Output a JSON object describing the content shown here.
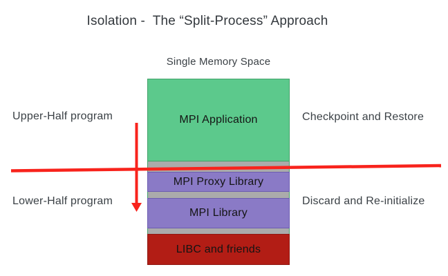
{
  "title": "Isolation -  The “Split-Process” Approach",
  "memory_space_label": "Single Memory Space",
  "stack": {
    "container_fill": "#ababab",
    "container_border": "#42a169",
    "boxes": [
      {
        "label": "MPI Application",
        "fill": "#5cc98c",
        "border": "#42a169"
      },
      {
        "label": "MPI Proxy Library",
        "fill": "#8a7ac6",
        "border": "#6c5cb0"
      },
      {
        "label": "MPI Library",
        "fill": "#8a7ac6",
        "border": "#6c5cb0"
      },
      {
        "label": "LIBC and friends",
        "fill": "#b21d15",
        "border": "#8f1710"
      }
    ]
  },
  "annotations": {
    "upper_left": "Upper-Half program",
    "lower_left": "Lower-Half program",
    "upper_right": "Checkpoint and Restore",
    "lower_right": "Discard and Re-initialize"
  },
  "colors": {
    "red_line": "#f8231c",
    "text_dark": "#3a4045",
    "box_text": "#141414",
    "background": "#ffffff"
  }
}
